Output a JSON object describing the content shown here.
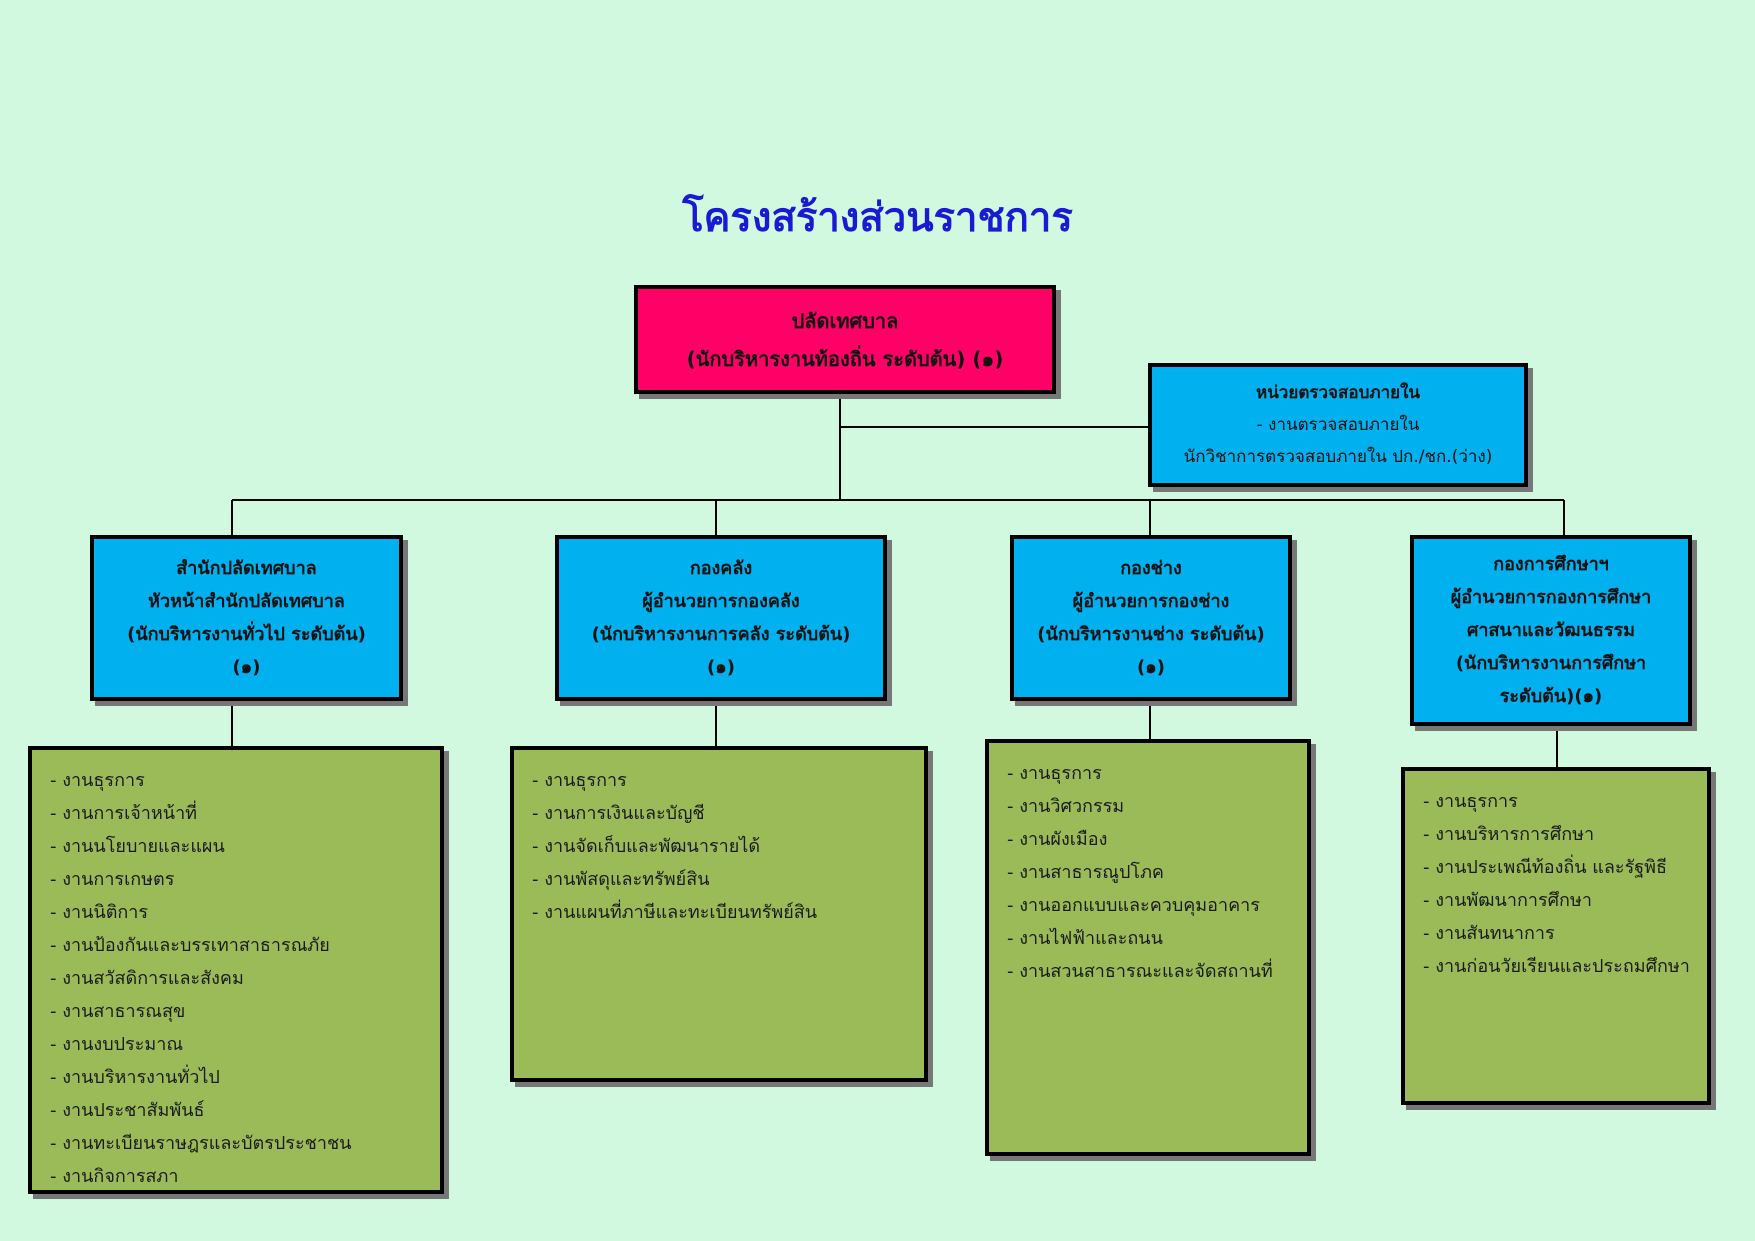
{
  "title": "โครงสร้างส่วนราชการ",
  "top": {
    "line1": "ปลัดเทศบาล",
    "line2": "(นักบริหารงานท้องถิ่น ระดับต้น) (๑)"
  },
  "audit": {
    "title": "หน่วยตรวจสอบภายใน",
    "line2": "- งานตรวจสอบภายใน",
    "line3": "นักวิชาการตรวจสอบภายใน ปก./ชก.(ว่าง)"
  },
  "divisions": [
    {
      "lines": [
        "สำนักปลัดเทศบาล",
        "หัวหน้าสำนักปลัดเทศบาล",
        "(นักบริหารงานทั่วไป ระดับต้น)",
        "(๑)"
      ],
      "tasks": [
        "- งานธุรการ",
        "- งานการเจ้าหน้าที่",
        "- งานนโยบายและแผน",
        "- งานการเกษตร",
        "- งานนิติการ",
        "- งานป้องกันและบรรเทาสาธารณภัย",
        "- งานสวัสดิการและสังคม",
        "- งานสาธารณสุข",
        "- งานงบประมาณ",
        "- งานบริหารงานทั่วไป",
        "- งานประชาสัมพันธ์",
        "- งานทะเบียนราษฎรและบัตรประชาชน",
        "- งานกิจการสภา"
      ]
    },
    {
      "lines": [
        "กองคลัง",
        "ผู้อำนวยการกองคลัง",
        "(นักบริหารงานการคลัง ระดับต้น)",
        "(๑)"
      ],
      "tasks": [
        "- งานธุรการ",
        "- งานการเงินและบัญชี",
        "- งานจัดเก็บและพัฒนารายได้",
        "- งานพัสดุและทรัพย์สิน",
        "- งานแผนที่ภาษีและทะเบียนทรัพย์สิน"
      ]
    },
    {
      "lines": [
        "กองช่าง",
        "ผู้อำนวยการกองช่าง",
        "(นักบริหารงานช่าง ระดับต้น)",
        "(๑)"
      ],
      "tasks": [
        "- งานธุรการ",
        "- งานวิศวกรรม",
        "- งานผังเมือง",
        "- งานสาธารณูปโภค",
        "- งานออกแบบและควบคุมอาคาร",
        "- งานไฟฟ้าและถนน",
        "- งานสวนสาธารณะและจัดสถานที่"
      ]
    },
    {
      "lines": [
        "กองการศึกษาฯ",
        "ผู้อำนวยการกองการศึกษา",
        "ศาสนาและวัฒนธรรม",
        "(นักบริหารงานการศึกษา",
        "ระดับต้น)(๑)"
      ],
      "tasks": [
        "- งานธุรการ",
        "- งานบริหารการศึกษา",
        "- งานประเพณีท้องถิ่น และรัฐพิธี",
        "- งานพัฒนาการศึกษา",
        "- งานสันทนาการ",
        "- งานก่อนวัยเรียนและประถมศึกษา"
      ]
    }
  ]
}
